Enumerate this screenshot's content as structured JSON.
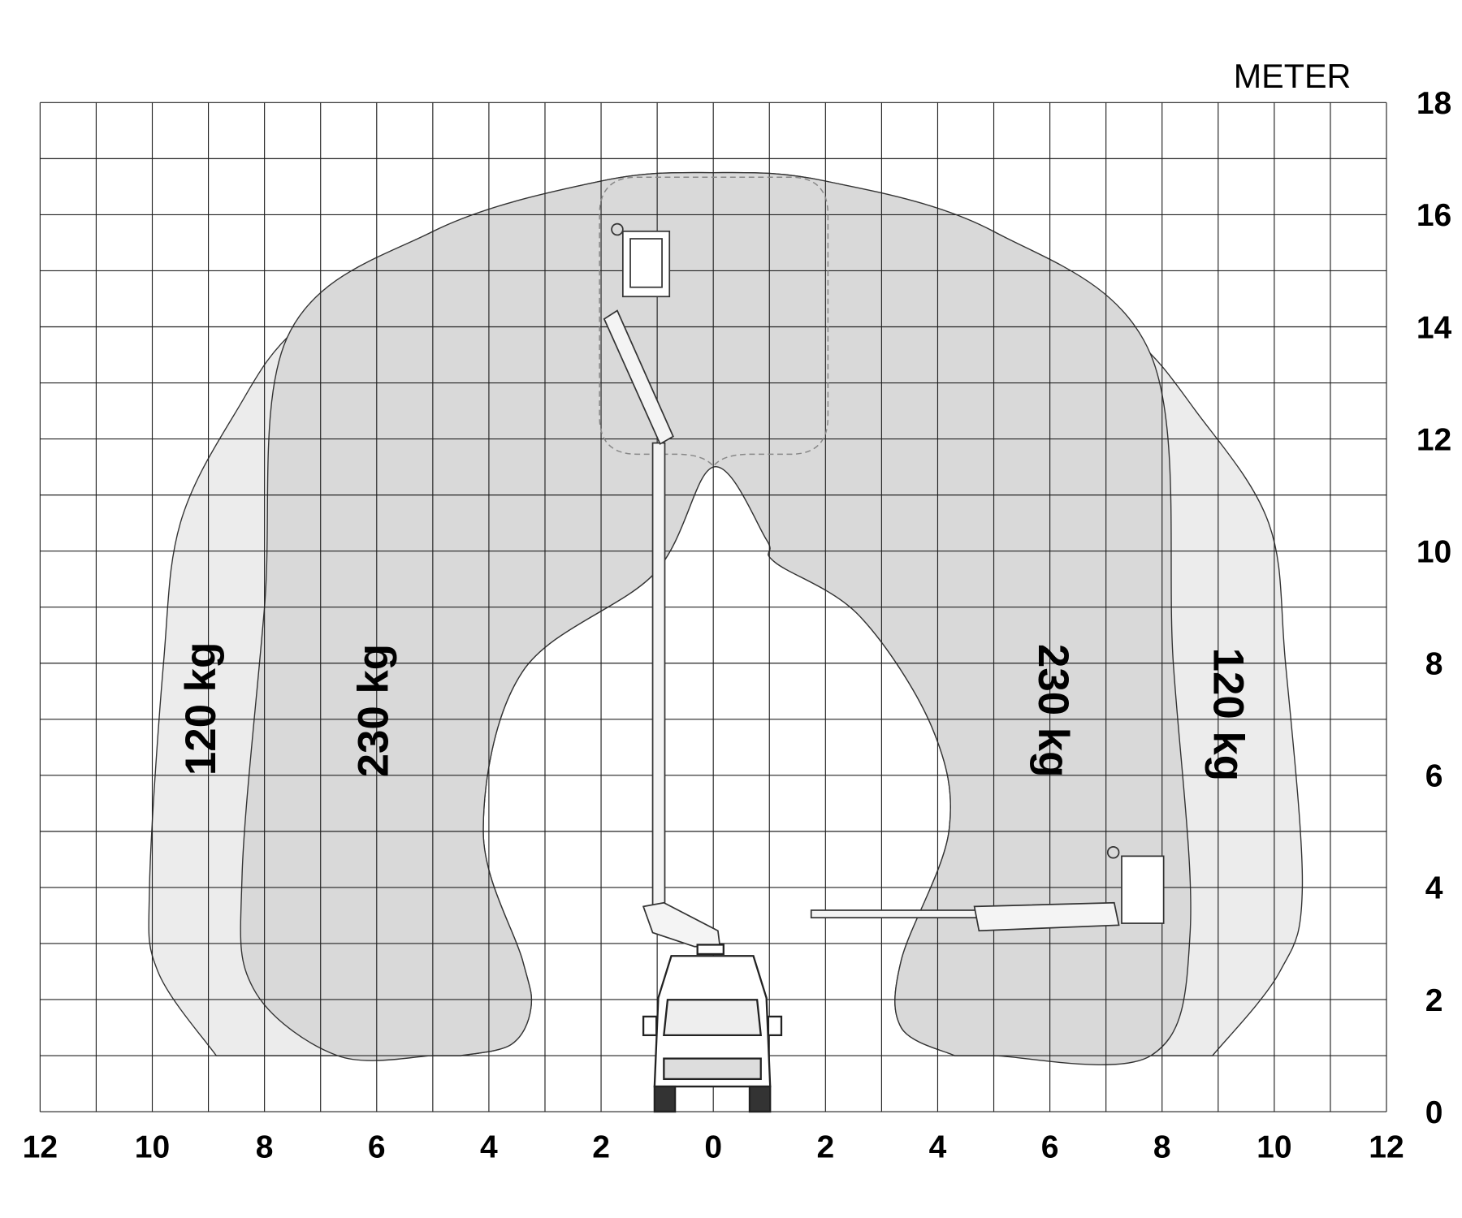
{
  "chart_data": {
    "type": "area",
    "title": "",
    "unit_label": "METER",
    "xlabel": "",
    "ylabel": "",
    "xlim": [
      -12,
      12
    ],
    "ylim": [
      0,
      18
    ],
    "grid": true,
    "x_ticks": [
      {
        "value": -12,
        "label": "12"
      },
      {
        "value": -10,
        "label": "10"
      },
      {
        "value": -8,
        "label": "8"
      },
      {
        "value": -6,
        "label": "6"
      },
      {
        "value": -4,
        "label": "4"
      },
      {
        "value": -2,
        "label": "2"
      },
      {
        "value": 0,
        "label": "0"
      },
      {
        "value": 2,
        "label": "2"
      },
      {
        "value": 4,
        "label": "4"
      },
      {
        "value": 6,
        "label": "6"
      },
      {
        "value": 8,
        "label": "8"
      },
      {
        "value": 10,
        "label": "10"
      },
      {
        "value": 12,
        "label": "12"
      }
    ],
    "y_ticks": [
      {
        "value": 0,
        "label": "0"
      },
      {
        "value": 2,
        "label": "2"
      },
      {
        "value": 4,
        "label": "4"
      },
      {
        "value": 6,
        "label": "6"
      },
      {
        "value": 8,
        "label": "8"
      },
      {
        "value": 10,
        "label": "10"
      },
      {
        "value": 12,
        "label": "12"
      },
      {
        "value": 14,
        "label": "14"
      },
      {
        "value": 16,
        "label": "16"
      },
      {
        "value": 18,
        "label": "18"
      }
    ],
    "zones": [
      {
        "name": "120 kg",
        "color": "#ececec",
        "outer": [
          [
            -8.86,
            1.0
          ],
          [
            -9.9,
            2.5
          ],
          [
            -10.05,
            4
          ],
          [
            -9.8,
            8
          ],
          [
            -9.5,
            10.5
          ],
          [
            -8.5,
            12.5
          ],
          [
            -7.4,
            14
          ],
          [
            -5,
            15.7
          ],
          [
            -2,
            16.6
          ],
          [
            0,
            16.75
          ],
          [
            2,
            16.6
          ],
          [
            5,
            15.7
          ],
          [
            7.4,
            13.9
          ],
          [
            8.6,
            12.5
          ],
          [
            9.9,
            10.5
          ],
          [
            10.2,
            8
          ],
          [
            10.5,
            4
          ],
          [
            10.1,
            2.5
          ],
          [
            8.9,
            1.0
          ]
        ]
      },
      {
        "name": "230 kg",
        "color": "#d9d9d9",
        "outer": [
          [
            -5,
            1.0
          ],
          [
            -6.7,
            1.0
          ],
          [
            -8.2,
            2.2
          ],
          [
            -8.4,
            4.2
          ],
          [
            -8.0,
            9
          ],
          [
            -7.6,
            13.8
          ],
          [
            -5,
            15.7
          ],
          [
            -2,
            16.6
          ],
          [
            0,
            16.75
          ],
          [
            2,
            16.6
          ],
          [
            5,
            15.7
          ],
          [
            7.8,
            13.5
          ],
          [
            8.2,
            8
          ],
          [
            8.5,
            3.2
          ],
          [
            7.8,
            1.0
          ],
          [
            5,
            1.0
          ]
        ]
      }
    ],
    "inner_arch": [
      [
        4.3,
        1.0
      ],
      [
        3.35,
        1.5
      ],
      [
        3.35,
        2.7
      ],
      [
        4.2,
        5.0
      ],
      [
        3.9,
        6.85
      ],
      [
        2.6,
        8.85
      ],
      [
        1.1,
        9.8
      ],
      [
        0.95,
        10.2
      ],
      [
        0,
        11.5
      ],
      [
        -1.05,
        9.6
      ],
      [
        -3.4,
        7.85
      ],
      [
        -4.1,
        5.0
      ],
      [
        -3.4,
        2.7
      ],
      [
        -3.25,
        1.85
      ],
      [
        -3.6,
        1.2
      ],
      [
        -4.5,
        1.0
      ]
    ],
    "zone_labels": {
      "left_outer": "120 kg",
      "left_inner": "230 kg",
      "right_inner": "230 kg",
      "right_outer": "120 kg"
    }
  }
}
